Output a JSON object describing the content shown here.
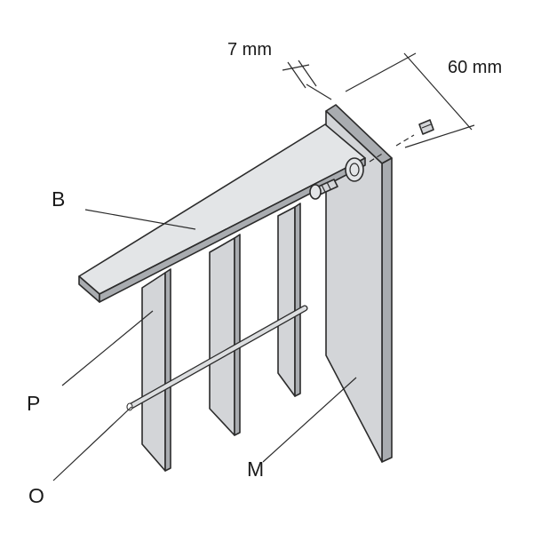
{
  "labels": {
    "b": "B",
    "p": "P",
    "o": "O",
    "m": "M"
  },
  "dimensions": {
    "thickness": "7 mm",
    "depth": "60 mm"
  }
}
